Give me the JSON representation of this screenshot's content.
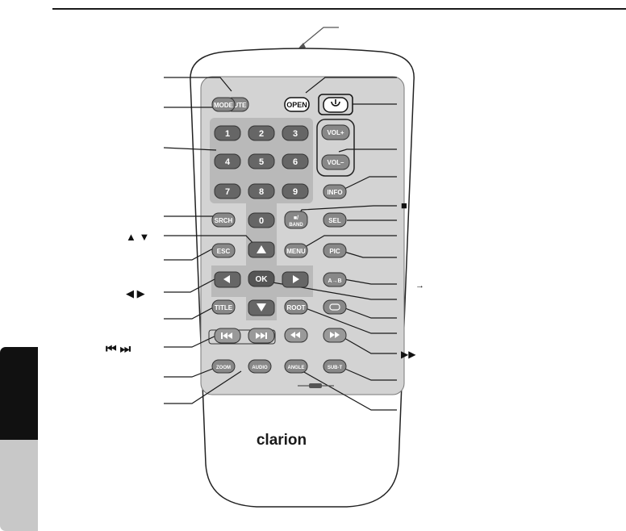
{
  "remote": {
    "buttons": {
      "mute": "MUTE",
      "open": "OPEN",
      "mode": "MODE",
      "n1": "1",
      "n2": "2",
      "n3": "3",
      "n4": "4",
      "n5": "5",
      "n6": "6",
      "n7": "7",
      "n8": "8",
      "n9": "9",
      "n0": "0",
      "vol_up": "VOL+",
      "vol_down": "VOL–",
      "info": "INFO",
      "srch": "SRCH",
      "band_line1": "■/",
      "band_line2": "BAND",
      "sel": "SEL",
      "esc": "ESC",
      "menu": "MENU",
      "pic": "PIC",
      "ok": "OK",
      "ab": "A→B",
      "title": "TITLE",
      "root": "ROOT",
      "zoom": "ZOOM",
      "audio": "AUDIO",
      "angle": "ANGLE",
      "subt": "SUB-T"
    },
    "brand": "clarion"
  },
  "callouts": {
    "up_down": "▲ ▼",
    "left_right": "◀ ▶",
    "prev_next": "⏮ ⏭",
    "stop": "■",
    "ab_arrow": "→",
    "ffwd": "▶▶"
  }
}
